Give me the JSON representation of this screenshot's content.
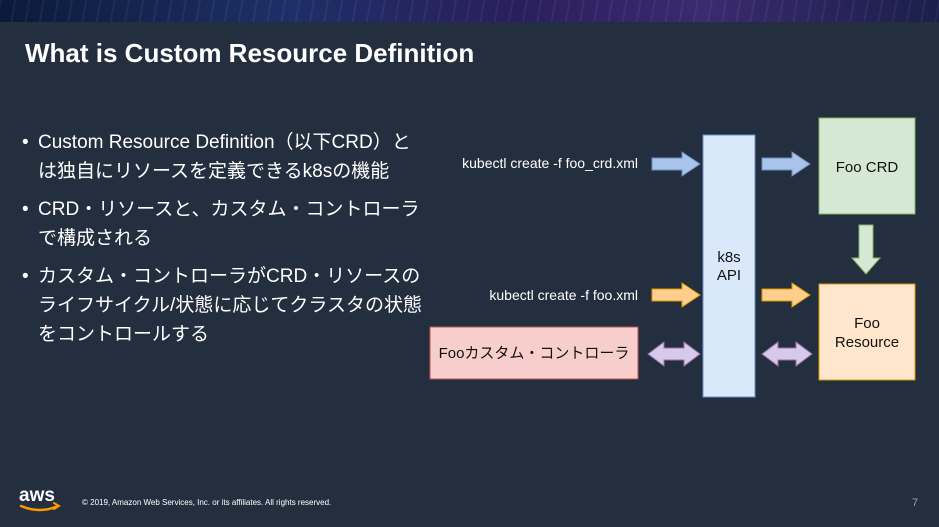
{
  "slide": {
    "title": "What is Custom Resource Definition",
    "bullets": [
      "Custom Resource Definition（以下CRD）とは独自にリソースを定義できるk8sの機能",
      "CRD・リソースと、カスタム・コントローラで構成される",
      "カスタム・コントローラがCRD・リソースのライフサイクル/状態に応じてクラスタの状態をコントロールする"
    ],
    "bullet_symbol": "•",
    "page_number": "7"
  },
  "diagram": {
    "cmd_crd": "kubectl create -f foo_crd.xml",
    "cmd_foo": "kubectl create -f foo.xml",
    "controller": "Fooカスタム・コントローラ",
    "api_line1": "k8s",
    "api_line2": "API",
    "foo_crd": "Foo CRD",
    "foo_resource_line1": "Foo",
    "foo_resource_line2": "Resource"
  },
  "footer": {
    "logo_text": "aws",
    "copyright": "© 2019, Amazon Web Services, Inc. or its affiliates. All rights reserved."
  },
  "colors": {
    "background": "#232f3e",
    "api_box": "#dae8fc",
    "crd_box": "#d5e8d4",
    "resource_box": "#ffe6cc",
    "controller_box": "#f8cecc",
    "blue_arrow": "#a9c4eb",
    "orange_arrow": "#ffcd8c",
    "purple_arrow": "#d6c9ec",
    "green_arrow": "#d5e8d4",
    "aws_smile": "#ff9900"
  }
}
